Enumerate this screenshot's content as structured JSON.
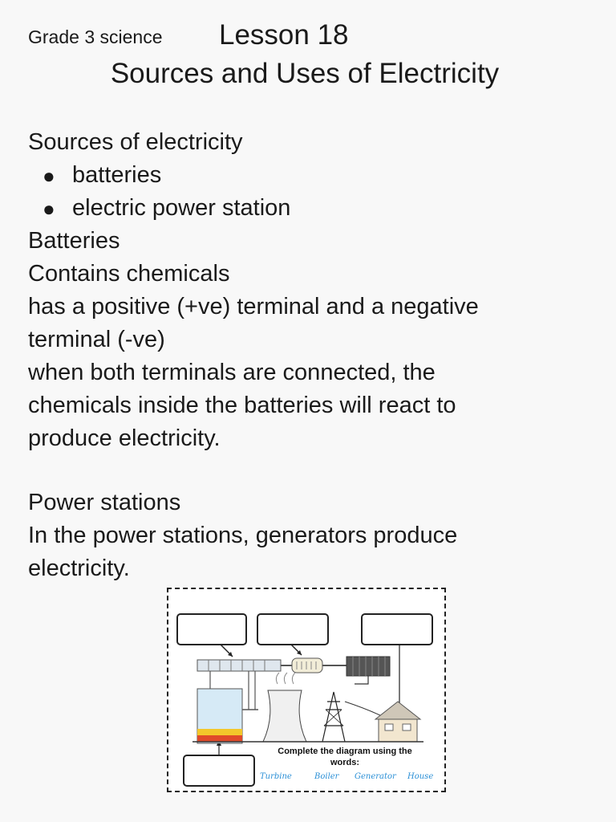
{
  "header": {
    "grade": "Grade 3 science",
    "lesson": "Lesson 18",
    "title": "Sources and Uses of Electricity"
  },
  "sources": {
    "heading": "Sources of electricity",
    "items": [
      "batteries",
      "electric power station"
    ]
  },
  "batteries": {
    "heading": "Batteries",
    "lines": [
      "Contains chemicals",
      "has a positive (+ve) terminal and a negative",
      "terminal (-ve)",
      "when both terminals are connected, the",
      "chemicals inside the batteries will react to",
      "produce electricity."
    ]
  },
  "power_stations": {
    "heading": "Power stations",
    "lines": [
      "In the power stations, generators produce",
      "electricity."
    ]
  },
  "diagram": {
    "caption_line1": "Complete the diagram using the",
    "caption_line2": "words:",
    "words": [
      "Turbine",
      "Boiler",
      "Generator",
      "House"
    ]
  }
}
